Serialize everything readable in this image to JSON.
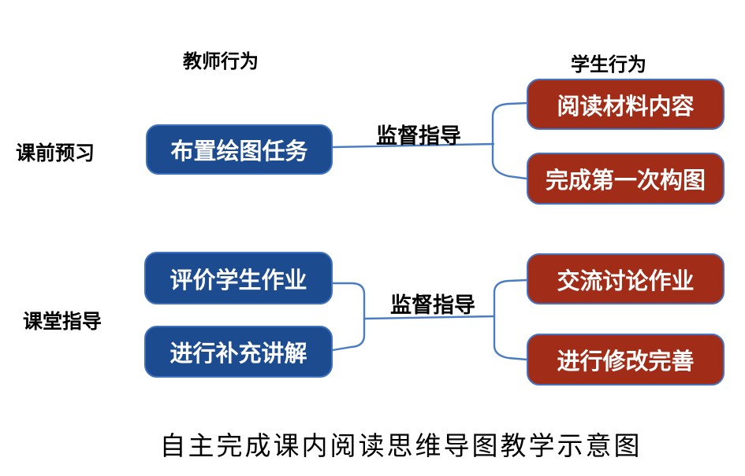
{
  "diagram": {
    "column_headers": {
      "teacher": "教师行为",
      "student": "学生行为"
    },
    "row_labels": {
      "pre_class": "课前预习",
      "in_class": "课堂指导"
    },
    "teacher_boxes": {
      "assign": "布置绘图任务",
      "evaluate": "评价学生作业",
      "supplement": "进行补充讲解"
    },
    "student_boxes": {
      "read": "阅读材料内容",
      "first_draft": "完成第一次构图",
      "discuss": "交流讨论作业",
      "revise": "进行修改完善"
    },
    "edge_labels": {
      "top": "监督指导",
      "bottom": "监督指导"
    },
    "caption": "自主完成课内阅读思维导图教学示意图",
    "colors": {
      "teacher_box_fill": "#1C4B8F",
      "student_box_fill": "#A12C17",
      "box_border": "#4472C4",
      "connector": "#4A7CC4",
      "box_text": "#FFFFFF",
      "label_text": "#000000",
      "background": "#FFFFFF"
    }
  }
}
